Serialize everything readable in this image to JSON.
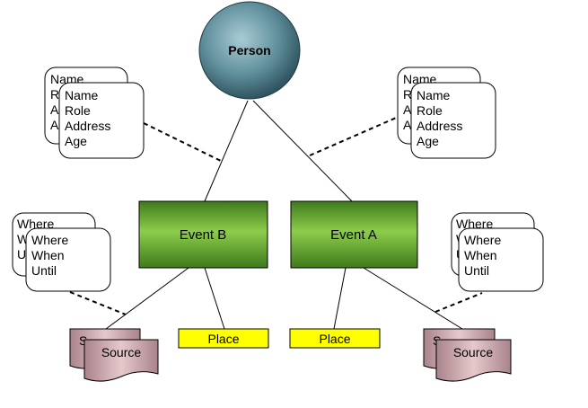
{
  "person": {
    "label": "Person"
  },
  "events": {
    "b": {
      "label": "Event B"
    },
    "a": {
      "label": "Event A"
    }
  },
  "places": {
    "b": {
      "label": "Place"
    },
    "a": {
      "label": "Place"
    }
  },
  "sources": {
    "b": {
      "back_label": "S",
      "front_label": "Source"
    },
    "a": {
      "back_label": "S",
      "front_label": "Source"
    }
  },
  "person_cards": {
    "left": {
      "back_lines": [
        "Name",
        "R",
        "A",
        "A"
      ],
      "front_lines": [
        "Name",
        "Role",
        "Address",
        "Age"
      ]
    },
    "right": {
      "back_lines": [
        "Name",
        "R",
        "A",
        "A"
      ],
      "front_lines": [
        "Name",
        "Role",
        "Address",
        "Age"
      ]
    }
  },
  "event_cards": {
    "left": {
      "back_lines": [
        "Where",
        "W",
        "U"
      ],
      "front_lines": [
        "Where",
        "When",
        "Until"
      ]
    },
    "right": {
      "back_lines": [
        "Where",
        "W",
        "U"
      ],
      "front_lines": [
        "Where",
        "When",
        "Until"
      ]
    }
  },
  "colors": {
    "person_fill": "#5f8f9b",
    "event_fill": "#6aa832",
    "place_fill": "#ffff00",
    "source_fill": "#c9a3a6"
  }
}
